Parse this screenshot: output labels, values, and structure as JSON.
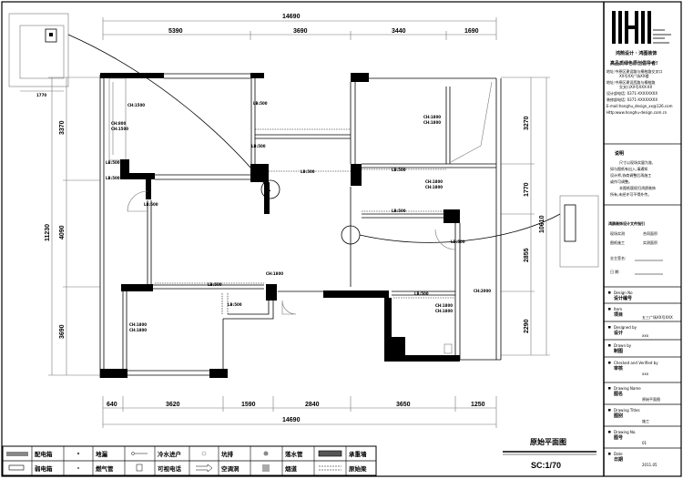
{
  "drawing": {
    "title": "原始平面图",
    "scale": "SC:1/70"
  },
  "dimensions": {
    "top_total": "14690",
    "top": [
      "5390",
      "3690",
      "3440",
      "1690"
    ],
    "bottom": [
      "640",
      "3620",
      "1590",
      "2840",
      "3650",
      "1250"
    ],
    "bottom_total": "14690",
    "left": [
      "3370",
      "4090",
      "3690"
    ],
    "left_total": "11230",
    "right": [
      "3270",
      "1770",
      "2855",
      "2290"
    ],
    "right_total": "10610",
    "detail_box": "1770"
  },
  "room_labels": [
    "CH:1500",
    "CH:800",
    "CH:1500",
    "LB:500",
    "LB:500",
    "LB:500",
    "LB:500",
    "CH:1800",
    "CH:1800",
    "LB:500",
    "LB:500",
    "LB:500",
    "CH:1800",
    "CH:1800",
    "LB:500",
    "LB:500",
    "CH:1800",
    "CH:1800",
    "LB:500",
    "CH:2000",
    "LB:500",
    "CH:1800",
    "CH:1800",
    "CH:1800",
    "LB:500"
  ],
  "legend": [
    {
      "symbol": "distribution-box",
      "label": "配电箱"
    },
    {
      "symbol": "floor-drain",
      "label": "地漏"
    },
    {
      "symbol": "cold-water-inlet",
      "label": "冷水进户"
    },
    {
      "symbol": "pit-drain",
      "label": "坑排"
    },
    {
      "symbol": "downpipe",
      "label": "落水管"
    },
    {
      "symbol": "load-bearing-wall",
      "label": "承重墙"
    },
    {
      "symbol": "weak-current-box",
      "label": "弱电箱"
    },
    {
      "symbol": "gas-pipe",
      "label": "燃气管"
    },
    {
      "symbol": "video-phone",
      "label": "可视电话"
    },
    {
      "symbol": "ac-hole",
      "label": "空调洞"
    },
    {
      "symbol": "flue",
      "label": "烟道"
    },
    {
      "symbol": "original-beam",
      "label": "原始梁"
    }
  ],
  "title_block": {
    "logo": "IHII",
    "company": "鸿鹄设计 · 鸿图装饰",
    "slogan": "高品质绿色原创倡导者!",
    "contact": [
      "地址:中原区建设路与桐柏路交叉口",
      "XX号XX广场XX楼",
      "地址:中原区建设西路与桐柏路",
      "交叉口XX号XXX-XX",
      "设计部电话: 0371-XXXXXXXX",
      "装修部电话: 0371-XXXXXXXX",
      "E-mail:honghu_design_xx@126.com",
      "Http:www.honghu-design.com.cn"
    ],
    "notes_title": "说明",
    "notes": [
      "尺寸以现场实量为准,",
      "如与图纸有出入,请通知",
      "设计师,协商调整后再施工",
      "或作可调整。",
      "本图纸版权归鸿鹄装饰",
      "所有,未经许可不得外传。"
    ],
    "guide_title": "鸿鹄装饰设计文件指引",
    "guide": [
      [
        "现场实测",
        "合同面积"
      ],
      [
        "图纸施工",
        "实测面积"
      ]
    ],
    "signatures": [
      "业主签名:",
      "日    期:"
    ],
    "fields": [
      {
        "en": "Design No",
        "cn": "设计编号",
        "value": ""
      },
      {
        "en": "Item",
        "cn": "项目",
        "value": "五三广场XX号XXX"
      },
      {
        "en": "Designed by",
        "cn": "设计",
        "value": "xxx"
      },
      {
        "en": "Drawn by",
        "cn": "制图",
        "value": ""
      },
      {
        "en": "Checked and Verified by",
        "cn": "审核",
        "value": "xxx"
      },
      {
        "en": "Drawing Name",
        "cn": "图名",
        "value": "原始平面图"
      },
      {
        "en": "Drawing Titles",
        "cn": "图别",
        "value": "施工"
      },
      {
        "en": "Drawing No.",
        "cn": "图号",
        "value": "01"
      },
      {
        "en": "Date",
        "cn": "日期",
        "value": "2011.05"
      }
    ]
  }
}
